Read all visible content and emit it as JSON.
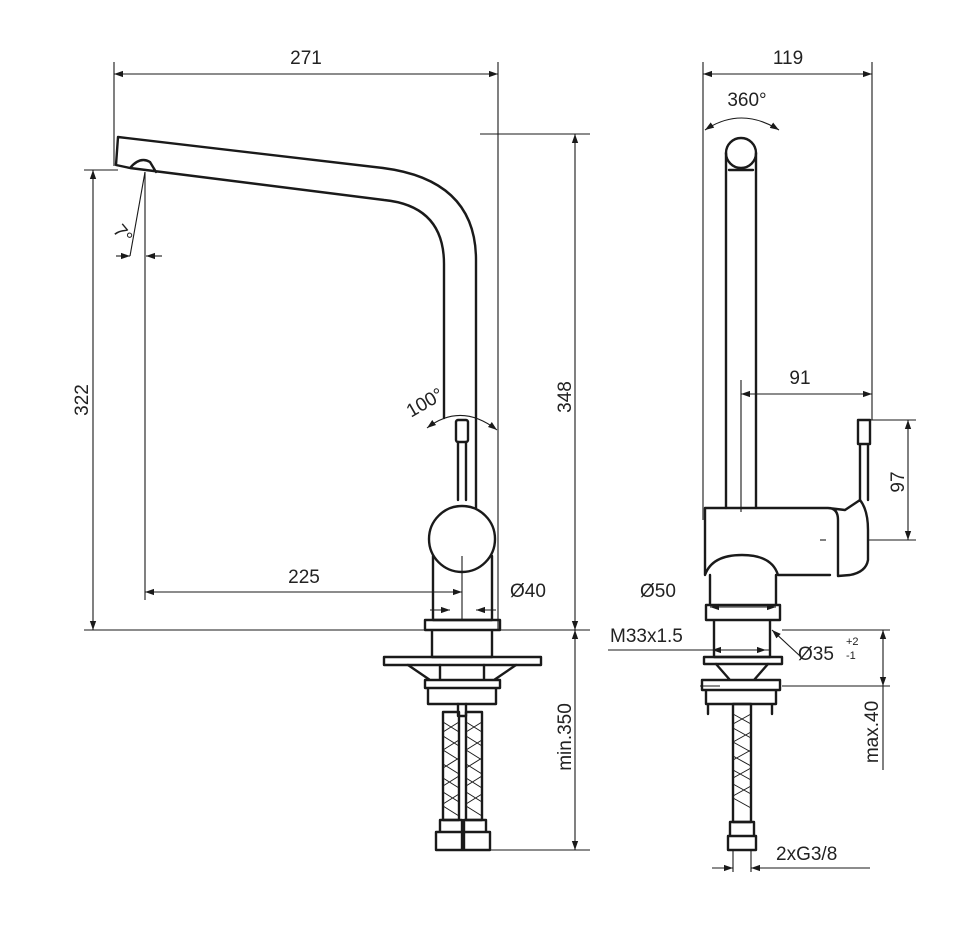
{
  "side_view": {
    "width_271": "271",
    "height_348": "348",
    "height_322": "322",
    "reach_225": "225",
    "angle_7": "7°",
    "angle_100": "100°",
    "dia_40": "Ø40",
    "min_350": "min.350"
  },
  "front_view": {
    "width_119": "119",
    "angle_360": "360°",
    "dim_91": "91",
    "dim_97": "97",
    "dia_50": "Ø50",
    "thread": "M33x1.5",
    "dia_35": "Ø35",
    "tol_plus": "+2",
    "tol_minus": "-1",
    "max_40": "max.40",
    "connection": "2xG3/8"
  }
}
